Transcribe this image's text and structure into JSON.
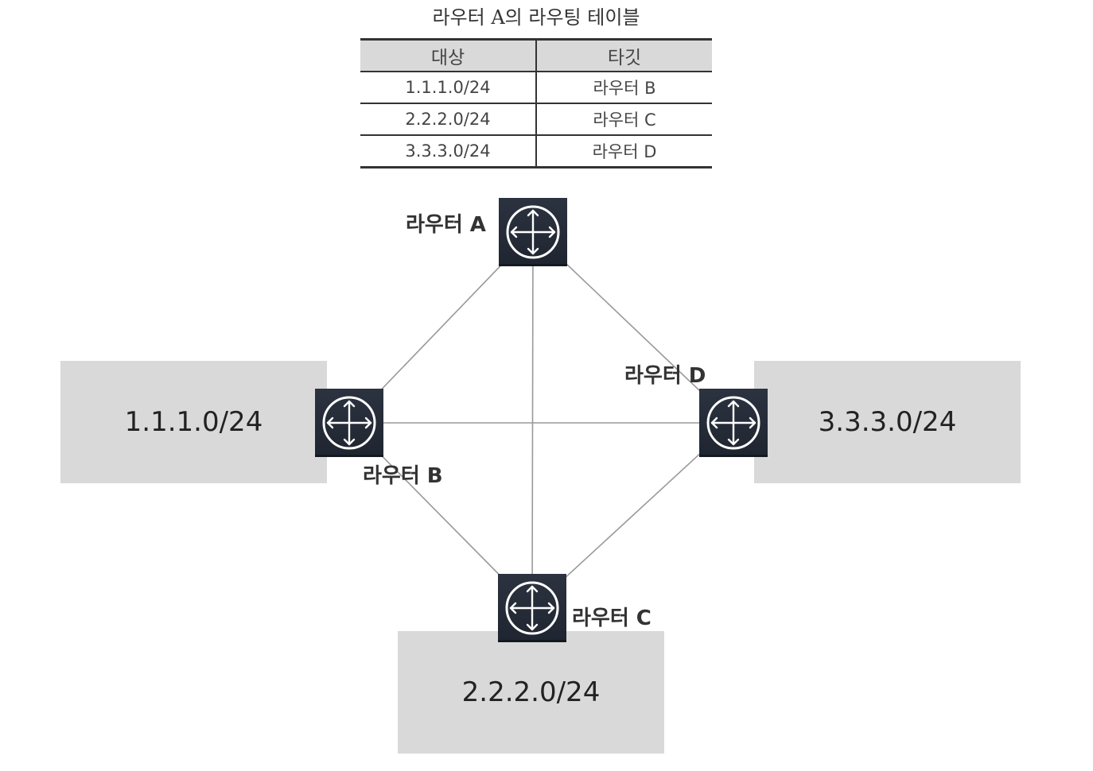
{
  "routing_table": {
    "title": "라우터 A의 라우팅 테이블",
    "headers": [
      "대상",
      "타깃"
    ],
    "rows": [
      [
        "1.1.1.0/24",
        "라우터 B"
      ],
      [
        "2.2.2.0/24",
        "라우터 C"
      ],
      [
        "3.3.3.0/24",
        "라우터 D"
      ]
    ]
  },
  "networks": {
    "left": "1.1.1.0/24",
    "bottom": "2.2.2.0/24",
    "right": "3.3.3.0/24"
  },
  "routers": {
    "a": {
      "label": "라우터 A",
      "icon": "router-icon"
    },
    "b": {
      "label": "라우터 B",
      "icon": "router-icon"
    },
    "c": {
      "label": "라우터 C",
      "icon": "router-icon"
    },
    "d": {
      "label": "라우터 D",
      "icon": "router-icon"
    }
  },
  "colors": {
    "router_fill": "#232a35",
    "network_fill": "#d9d9d9",
    "link": "#999999"
  }
}
